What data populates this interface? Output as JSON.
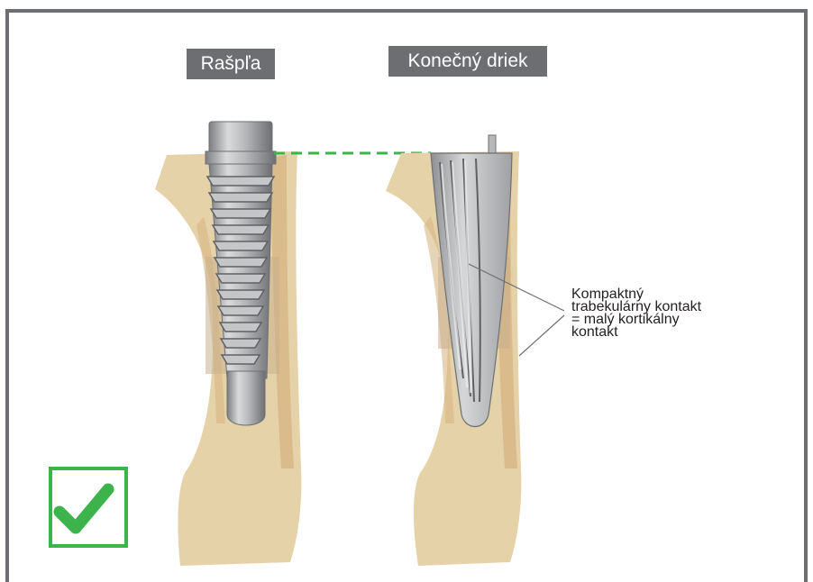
{
  "labels": {
    "rasp": "Rašpľa",
    "final_stem": "Konečný driek"
  },
  "annotation": {
    "lines": [
      "Kompaktný",
      "trabekulárny kontakt",
      "= malý kortikálny",
      "kontakt"
    ]
  },
  "colors": {
    "frame": "#6d6e71",
    "label_bg": "#6d6e71",
    "bone": "#e6d2a8",
    "cortex": "#d7b583",
    "trabecular_zone": "#c9b08e",
    "implant": "#a7a9ac",
    "dashed_line": "#3cb44b",
    "check": "#3cb44b"
  },
  "icons": {
    "check": "check-icon"
  }
}
